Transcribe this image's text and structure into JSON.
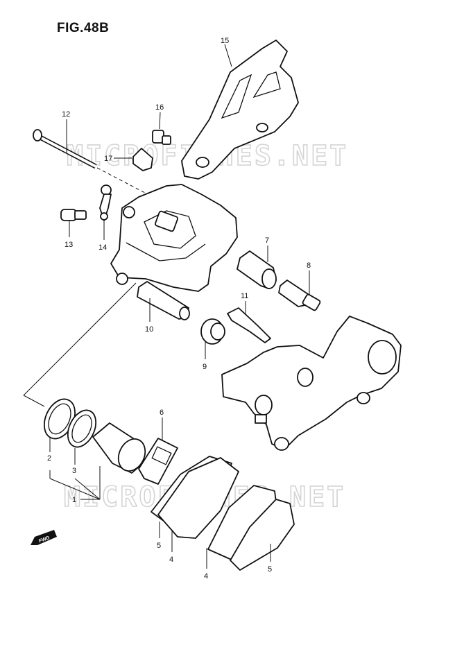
{
  "figure": {
    "title": "FIG.48B"
  },
  "watermark": {
    "text": "MICROFICHES.NET"
  },
  "fwd_marker": {
    "text": "FWD"
  },
  "callouts": [
    {
      "id": "p15",
      "label": "15"
    },
    {
      "id": "p12",
      "label": "12"
    },
    {
      "id": "p16",
      "label": "16"
    },
    {
      "id": "p17",
      "label": "17"
    },
    {
      "id": "p13",
      "label": "13"
    },
    {
      "id": "p14",
      "label": "14"
    },
    {
      "id": "p7",
      "label": "7"
    },
    {
      "id": "p8",
      "label": "8"
    },
    {
      "id": "p11",
      "label": "11"
    },
    {
      "id": "p10",
      "label": "10"
    },
    {
      "id": "p9",
      "label": "9"
    },
    {
      "id": "p6",
      "label": "6"
    },
    {
      "id": "p2",
      "label": "2"
    },
    {
      "id": "p3",
      "label": "3"
    },
    {
      "id": "p1",
      "label": "1"
    },
    {
      "id": "p5a",
      "label": "5"
    },
    {
      "id": "p4a",
      "label": "4"
    },
    {
      "id": "p4b",
      "label": "4"
    },
    {
      "id": "p5b",
      "label": "5"
    }
  ]
}
